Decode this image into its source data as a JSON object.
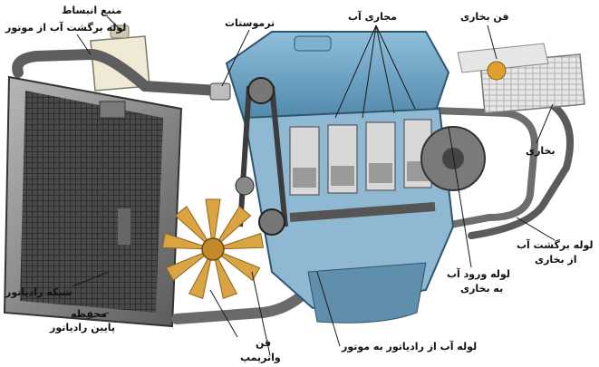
{
  "labels": {
    "expansion_tank": "منبع انبساط",
    "return_hose_to_engine": "لوله برگشت آب از موتور",
    "thermostat": "ترموستات",
    "water_jackets": "مجاری آب",
    "heater_fan": "فن بخاری",
    "heater": "بخاری",
    "heater_return_line_1": "لوله برگشت آب",
    "heater_return_line_2": "از بخاری",
    "heater_inlet_line_1": "لوله ورود آب",
    "heater_inlet_line_2": "به بخاری",
    "radiator_grille": "شبکه رادیاتور",
    "lower_tank_1": "محفظه",
    "lower_tank_2": "پایین رادیاتور",
    "fan": "فن",
    "water_pump": "واترپمپ",
    "radiator_to_engine_hose": "لوله آب از رادیاتور به موتور"
  },
  "colors": {
    "engine_blue": "#6fa3c4",
    "radiator_dark": "#3a3a3a",
    "pipe_gray": "#6b6b6b",
    "fan_gold": "#d9a441",
    "leader_line": "#1a1a1a"
  }
}
